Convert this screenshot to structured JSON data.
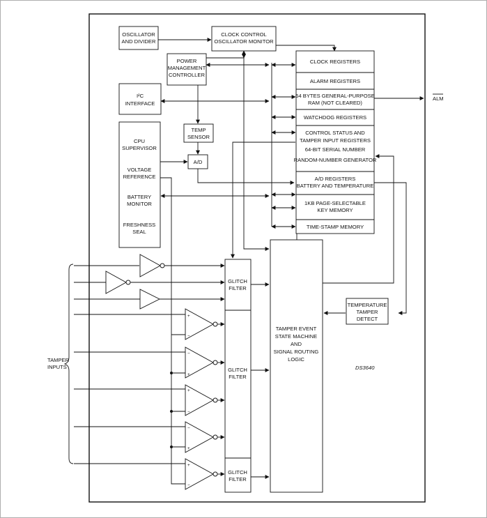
{
  "blocks": {
    "osc": [
      "OSCILLATOR",
      "AND DIVIDER"
    ],
    "clk": [
      "CLOCK CONTROL",
      "OSCILLATOR MONITOR"
    ],
    "pmc": [
      "POWER",
      "MANAGEMENT",
      "CONTROLLER"
    ],
    "i2c": [
      "I²C",
      "INTERFACE"
    ],
    "temp": [
      "TEMP",
      "SENSOR"
    ],
    "ad": "A/D",
    "cpu": [
      "CPU",
      "SUPERVISOR"
    ],
    "vref": [
      "VOLTAGE",
      "REFERENCE"
    ],
    "batt": [
      "BATTERY",
      "MONITOR"
    ],
    "fresh": [
      "FRESHNESS",
      "SEAL"
    ],
    "regs": {
      "clock": "CLOCK REGISTERS",
      "alarm": "ALARM REGISTERS",
      "ram": [
        "64 BYTES GENERAL-PURPOSE",
        "RAM (NOT CLEARED)"
      ],
      "wdog": "WATCHDOG REGISTERS",
      "ctrl": [
        "CONTROL STATUS AND",
        "TAMPER INPUT REGISTERS",
        "64-BIT SERIAL NUMBER",
        "RANDOM-NUMBER GENERATOR"
      ],
      "adr": [
        "A/D REGISTERS",
        "BATTERY AND TEMPERATURE"
      ],
      "key": [
        "1KB PAGE-SELECTABLE",
        "KEY MEMORY"
      ],
      "ts": "TIME-STAMP MEMORY"
    },
    "glitch": [
      "GLITCH",
      "FILTER"
    ],
    "tsm": [
      "TAMPER EVENT",
      "STATE MACHINE",
      "AND",
      "SIGNAL ROUTING",
      "LOGIC"
    ],
    "ttd": [
      "TEMPERATURE",
      "TAMPER",
      "DETECT"
    ]
  },
  "labels": {
    "alm": "ALM",
    "tamper_inputs": [
      "TAMPER",
      "INPUTS"
    ],
    "part": "DS3640",
    "plus": "+",
    "minus": "−"
  }
}
